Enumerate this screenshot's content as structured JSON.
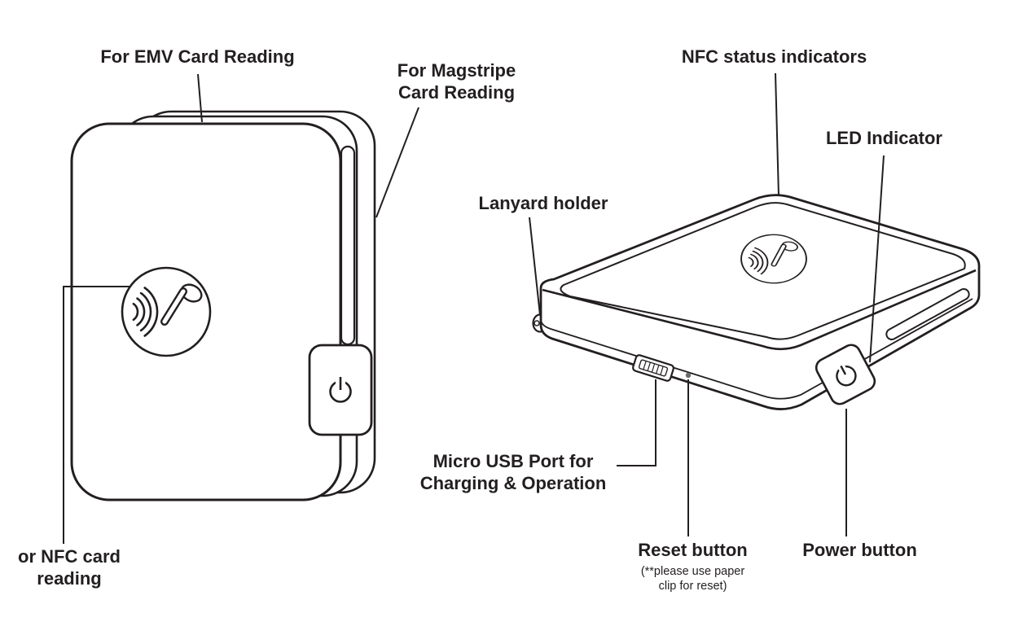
{
  "labels": {
    "emv": "For EMV Card Reading",
    "magstripe": [
      "For Magstripe",
      "Card Reading"
    ],
    "nfc_front": [
      "or NFC card",
      "reading"
    ],
    "nfc_status": "NFC status indicators",
    "led": "LED Indicator",
    "lanyard": "Lanyard holder",
    "usb": [
      "Micro USB Port for",
      "Charging & Operation"
    ],
    "reset": "Reset button",
    "reset_note": [
      "(**please use paper",
      "clip for reset)"
    ],
    "power": "Power button"
  },
  "icons": {
    "nfc_contactless": "contactless-waves-with-tapping-hand",
    "power_symbol": "power"
  },
  "colors": {
    "ink": "#231f20",
    "background": "#ffffff"
  }
}
